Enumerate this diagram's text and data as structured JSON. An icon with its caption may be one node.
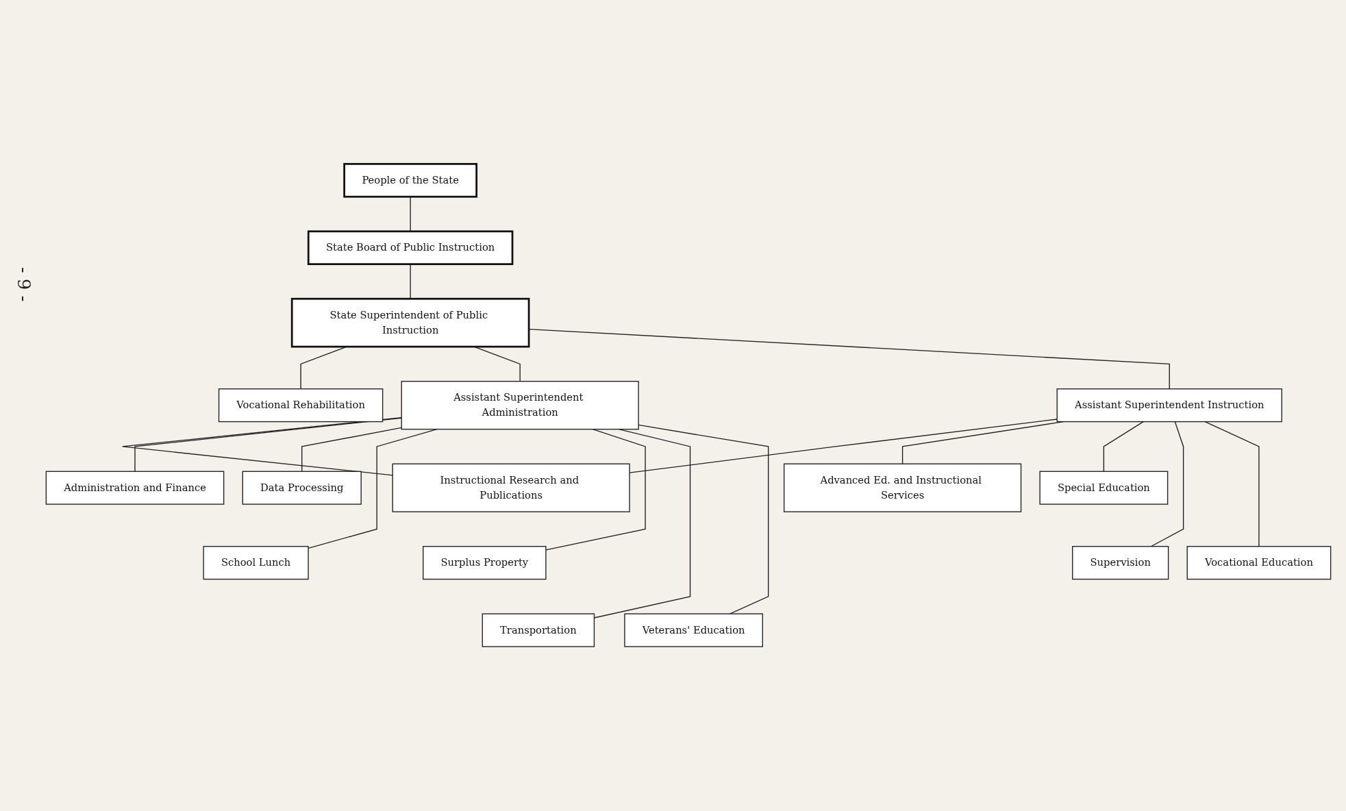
{
  "diagram": {
    "nodes": [
      {
        "text": [
          "People of the State"
        ]
      },
      {
        "text": [
          "State Board of Public Instruction"
        ]
      },
      {
        "text": [
          "State Superintendent of Public Instruction"
        ]
      },
      {
        "text": [
          "Vocational Rehabilitation"
        ]
      },
      {
        "text": [
          "Assistant Superintendent Administration"
        ]
      },
      {
        "text": [
          "Assistant Superintendent Instruction"
        ]
      },
      {
        "text": [
          "Administration and Finance"
        ]
      },
      {
        "text": [
          "Data Processing"
        ]
      },
      {
        "text": [
          "Instructional Research and Publications"
        ]
      },
      {
        "text": [
          "Advanced Ed. and Instructional Services"
        ]
      },
      {
        "text": [
          "Special Education"
        ]
      },
      {
        "text": [
          "School Lunch"
        ]
      },
      {
        "text": [
          "Surplus Property"
        ]
      },
      {
        "text": [
          "Transportation"
        ]
      },
      {
        "text": [
          "Veterans' Education"
        ]
      },
      {
        "text": [
          "Supervision"
        ]
      },
      {
        "text": [
          "Vocational Education"
        ]
      }
    ],
    "edges": [
      {
        "from": 0,
        "to": 1,
        "arrow": "none"
      },
      {
        "from": 1,
        "to": 2,
        "arrow": "none"
      },
      {
        "from": 2,
        "to": 3,
        "arrow": "none"
      },
      {
        "from": 2,
        "to": 4,
        "arrow": "none"
      },
      {
        "from": 2,
        "to": 5,
        "arrow": "none"
      },
      {
        "from": 4,
        "to": 8,
        "arrow": "none"
      },
      {
        "from": 5,
        "to": 8,
        "arrow": "none"
      },
      {
        "from": 4,
        "to": 6,
        "arrow": "none"
      },
      {
        "from": 4,
        "to": 7,
        "arrow": "none"
      },
      {
        "from": 4,
        "to": 11,
        "arrow": "none"
      },
      {
        "from": 4,
        "to": 12,
        "arrow": "none"
      },
      {
        "from": 4,
        "to": 13,
        "arrow": "none"
      },
      {
        "from": 4,
        "to": 14,
        "arrow": "none"
      },
      {
        "from": 5,
        "to": 9,
        "arrow": "none"
      },
      {
        "from": 5,
        "to": 10,
        "arrow": "none"
      },
      {
        "from": 5,
        "to": 15,
        "arrow": "none"
      },
      {
        "from": 5,
        "to": 16,
        "arrow": "none"
      }
    ],
    "labels": [
      "- 9 -"
    ]
  }
}
